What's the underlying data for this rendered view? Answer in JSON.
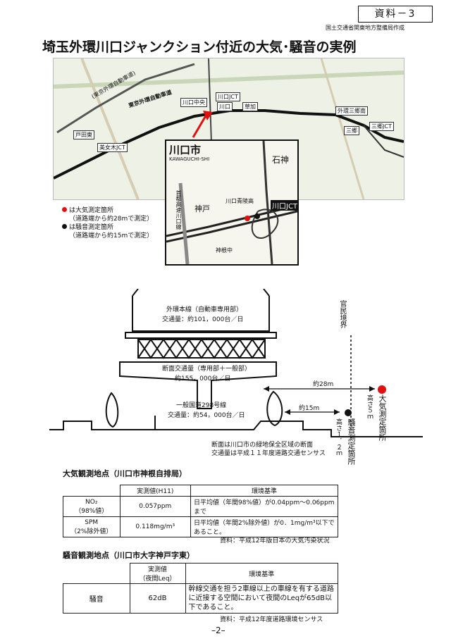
{
  "header": {
    "doc_id": "資料－3",
    "organization": "国土交通省関東地方整備局作成",
    "title": "埼玉外環川口ジャンクション付近の大気･騒音の実例"
  },
  "map": {
    "labels": {
      "expressway_a": "東京外環自動車道",
      "expressway_b": "(東京外環自動車道)",
      "kawaguchi_chuo": "川口中央",
      "kawaguchi_jct": "川口JCT",
      "kawaguchi": "川口",
      "soka": "草加",
      "misato_minami": "外環三郷南",
      "misato": "三郷",
      "misato_jct": "三郷JCT",
      "toda_higashi": "戸田東",
      "bijogi_jct": "美女木JCT"
    },
    "inset": {
      "city": "川口市",
      "city_roman": "KAWAGUCHI-SHI",
      "ishigami": "石神",
      "kambe": "神戸",
      "jct": "川口JCT",
      "school": "川口青陵高",
      "koubeshi": "神根中",
      "vertical_road": "首都高速川口線"
    }
  },
  "legend": {
    "red_dot_color": "#e01010",
    "black_dot_color": "#111111",
    "red_line1": "は大気測定箇所",
    "red_line2": "（道路端から約28mで測定）",
    "black_line1": "は騒音測定箇所",
    "black_line2": "（道路端から約15mで測定）"
  },
  "section": {
    "boundary": "官民境界",
    "main_line": "外環本線（自動車専用部）",
    "main_traffic": "交通量：約101，000台／日",
    "total_line": "断面交通量（専用部＋一般部）",
    "total_traffic": "約155，000台／日",
    "local_road": "一般国道298号線",
    "local_traffic": "交通量：約54，000台／日",
    "dist_28": "約28m",
    "dist_15": "約15m",
    "air_height": "高さ５ｍ",
    "air_point": "大気測定箇所",
    "noise_height": "高さ１．２ｍ",
    "noise_point": "騒音測定箇所",
    "note1": "断面は川口市の緑地保全区域の断面",
    "note2": "交通量は平成１１年度道路交通センサス"
  },
  "air": {
    "title": "大気観測地点（川口市神根自排局）",
    "col_measured": "実測値(H11)",
    "col_standard": "環境基準",
    "rows": [
      {
        "item": "NO₂",
        "sub": "（98%値）",
        "value": "0.057ppm",
        "standard": "日平均値（年間98%値）が0.04ppm～0.06ppmまで"
      },
      {
        "item": "SPM",
        "sub": "（2%除外値）",
        "value": "0.118mg/m³",
        "standard": "日平均値（年間2%除外値）が0．1mg/m³以下であること。"
      }
    ],
    "source": "資料：平成12年版日本の大気汚染状況"
  },
  "noise": {
    "title": "騒音観測地点（川口市大字神戸字東）",
    "col_measured": "実測値",
    "col_measured_sub": "（夜間Leq）",
    "col_standard": "環境基準",
    "item": "騒音",
    "value": "62dB",
    "standard": "幹線交通を担う2車線以上の車線を有する道路に近接する空間において夜間のLeqが65dB以下であること。",
    "source": "資料：平成12年度道路環境センサス"
  },
  "page_number": "–2–"
}
